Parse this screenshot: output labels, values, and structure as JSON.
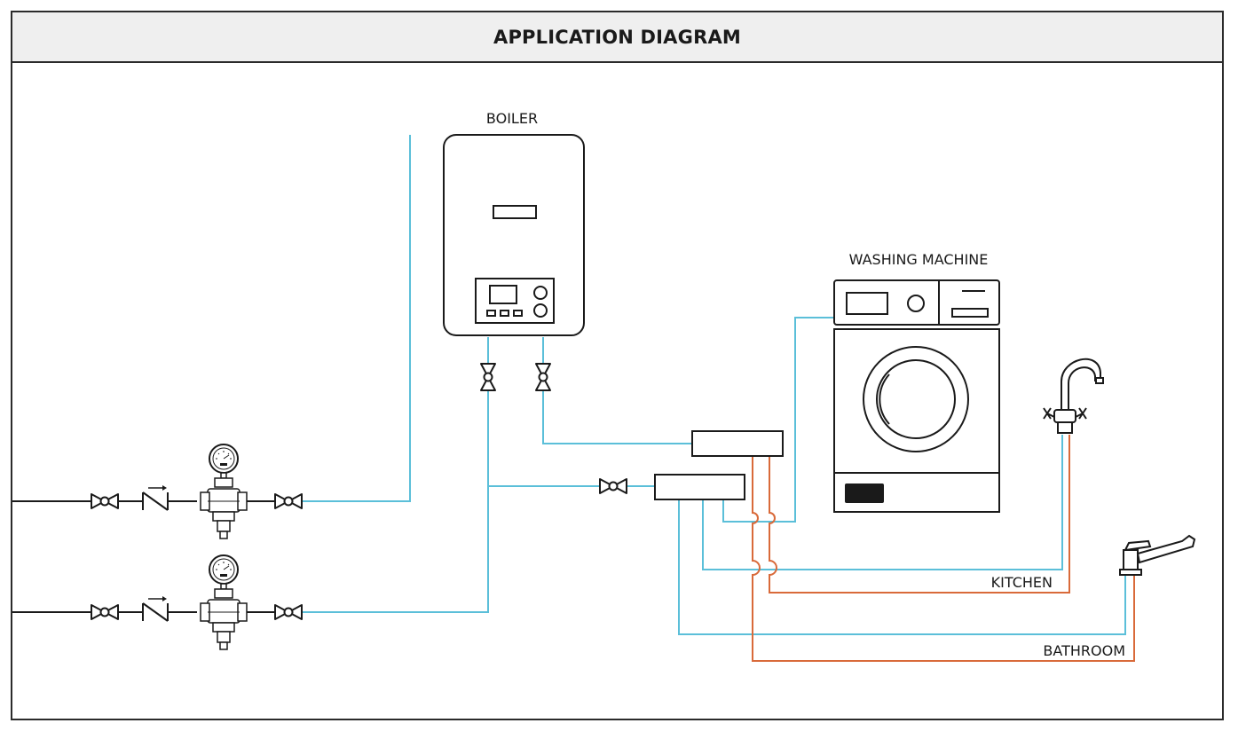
{
  "header": {
    "title": "APPLICATION DIAGRAM"
  },
  "labels": {
    "boiler": "BOILER",
    "washing_machine": "WASHING MACHINE",
    "kitchen": "KITCHEN",
    "bathroom": "BATHROOM"
  },
  "colors": {
    "cold_water": "#5bbfd9",
    "hot_water": "#d96a3a",
    "outline": "#1a1a1a",
    "header_bg": "#efefef"
  },
  "icons": [
    "ball-valve-icon",
    "check-valve-icon",
    "pressure-reducer-icon",
    "pressure-gauge-icon",
    "manifold-icon",
    "two-handle-faucet-icon",
    "lever-faucet-icon"
  ]
}
